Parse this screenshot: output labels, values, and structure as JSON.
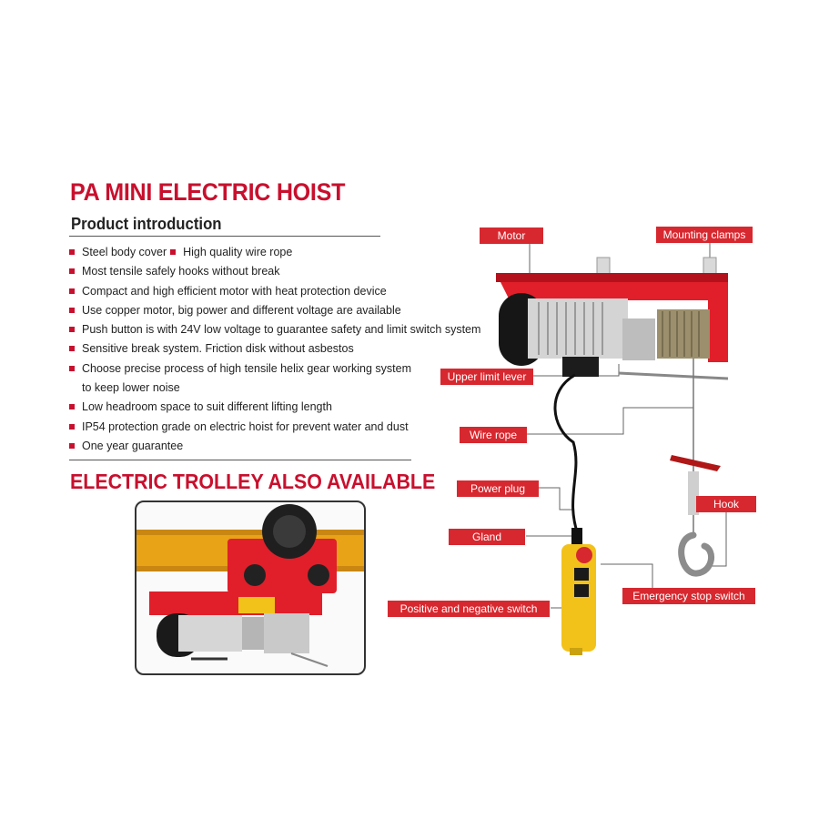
{
  "header": {
    "title": "PA MINI ELECTRIC HOIST",
    "subtitle": "Product introduction"
  },
  "features": [
    {
      "text": "Steel body cover",
      "extra": "High quality wire rope"
    },
    {
      "text": "Most tensile safely hooks without break"
    },
    {
      "text": "Compact and high efficient motor with heat protection device"
    },
    {
      "text": "Use copper motor, big power and different voltage are available"
    },
    {
      "text": "Push button is with 24V low voltage to guarantee safety and limit switch system"
    },
    {
      "text": "Sensitive break system. Friction disk without asbestos"
    },
    {
      "text": "Choose precise process of high tensile helix gear working system",
      "continuation": "to keep lower noise"
    },
    {
      "text": "Low headroom space to suit different lifting length"
    },
    {
      "text": "IP54 protection grade on electric hoist for prevent water and dust"
    },
    {
      "text": "One year guarantee"
    }
  ],
  "trolley": {
    "heading": "ELECTRIC TROLLEY ALSO AVAILABLE"
  },
  "callouts": {
    "motor": "Motor",
    "mounting_clamps": "Mounting clamps",
    "upper_limit_lever": "Upper limit lever",
    "wire_rope": "Wire rope",
    "power_plug": "Power plug",
    "gland": "Gland",
    "hook": "Hook",
    "positive_negative_switch": "Positive and negative switch",
    "emergency_stop_switch": "Emergency stop switch"
  },
  "colors": {
    "accent": "#c8102e",
    "callout": "#d7282f",
    "body": "#e01f2a",
    "pendant": "#f2c21b",
    "beam": "#e8a317"
  }
}
